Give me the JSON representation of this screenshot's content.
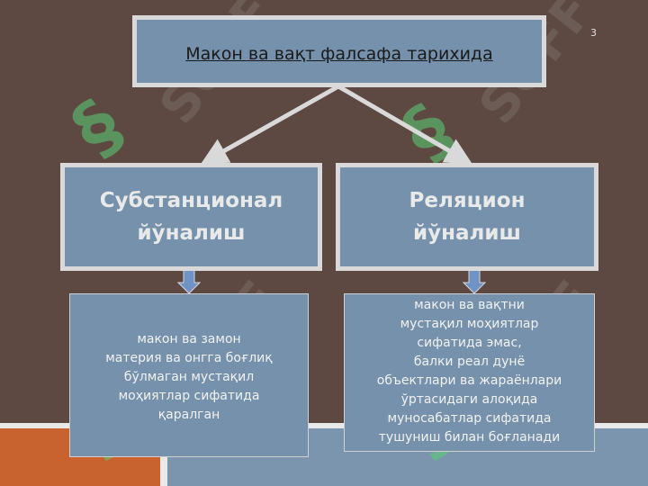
{
  "slide_number": "3",
  "title": "Макон ва вақт фалсафа тарихида",
  "branches": [
    {
      "label": "Субстанционал\nйўналиш"
    },
    {
      "label": "Реляцион\nйўналиш"
    }
  ],
  "descriptions": [
    {
      "text": "макон ва замон\nматерия ва онгга боғлиқ\nбўлмаган мустақил\nмоҳиятлар сифатида\nқаралган"
    },
    {
      "text": "макон ва вақтни\nмустақил моҳиятлар\nсифатида эмас,\nбалки реал дунё\nобъектлари ва жараёнлари\nўртасидаги алоқида\nмуносабатлар сифатида\nтушуниш билан боғланади"
    }
  ],
  "watermark": "SOFF",
  "colors": {
    "background": "#5d4842",
    "box_fill": "#7591ab",
    "box_border": "#d9d9d9",
    "accent_orange": "#c8622f",
    "arrow": "#d9d9d9",
    "down_arrow": "#6f93c4"
  }
}
